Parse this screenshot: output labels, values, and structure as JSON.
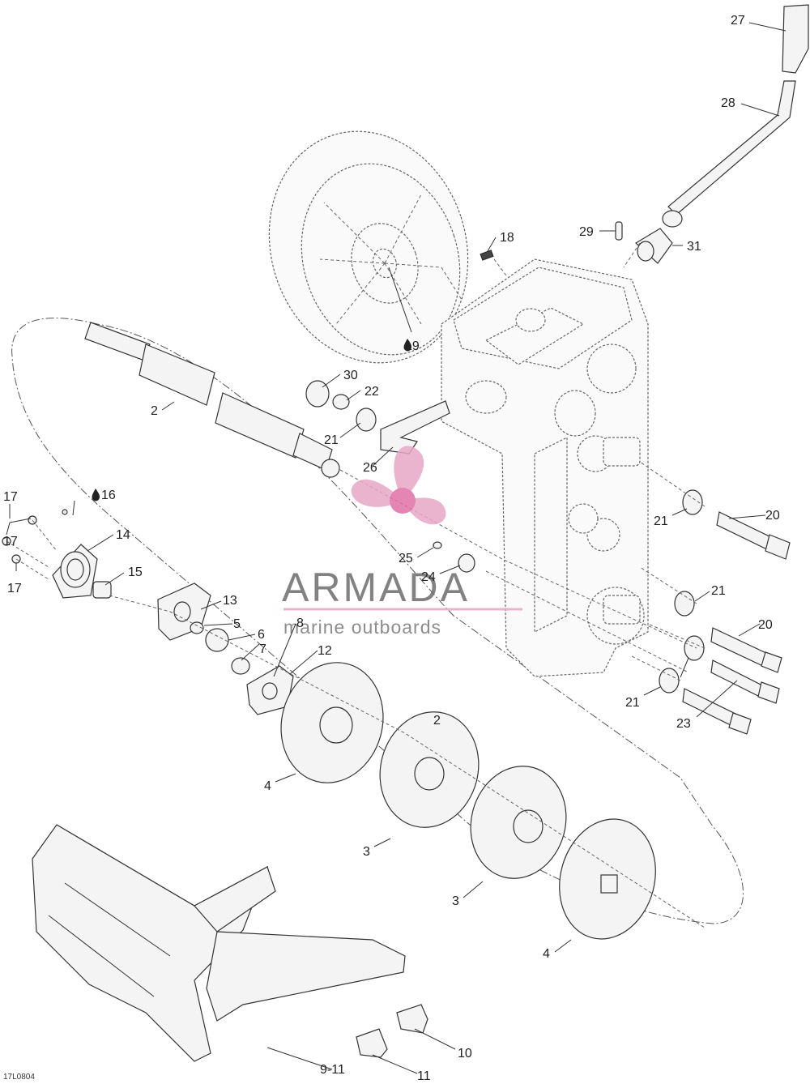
{
  "diagram": {
    "code": "17L0804",
    "watermark": {
      "title": "ARMADA",
      "subtitle": "marine outboards"
    },
    "callouts": [
      {
        "id": "c27",
        "text": "27"
      },
      {
        "id": "c28",
        "text": "28"
      },
      {
        "id": "c29",
        "text": "29"
      },
      {
        "id": "c31",
        "text": "31"
      },
      {
        "id": "c18",
        "text": "18"
      },
      {
        "id": "c19",
        "text": "19"
      },
      {
        "id": "c30",
        "text": "30"
      },
      {
        "id": "c22",
        "text": "22"
      },
      {
        "id": "c21a",
        "text": "21"
      },
      {
        "id": "c2a",
        "text": "2"
      },
      {
        "id": "c26",
        "text": "26"
      },
      {
        "id": "c17a",
        "text": "17"
      },
      {
        "id": "c16",
        "text": "16"
      },
      {
        "id": "c14",
        "text": "14"
      },
      {
        "id": "c17b",
        "text": "17"
      },
      {
        "id": "c15",
        "text": "15"
      },
      {
        "id": "c17c",
        "text": "17"
      },
      {
        "id": "c25",
        "text": "25"
      },
      {
        "id": "c24",
        "text": "24"
      },
      {
        "id": "c20a",
        "text": "20"
      },
      {
        "id": "c21b",
        "text": "21"
      },
      {
        "id": "c21c",
        "text": "21"
      },
      {
        "id": "c20b",
        "text": "20"
      },
      {
        "id": "c21d",
        "text": "21"
      },
      {
        "id": "c23",
        "text": "23"
      },
      {
        "id": "c13",
        "text": "13"
      },
      {
        "id": "c5",
        "text": "5"
      },
      {
        "id": "c6",
        "text": "6"
      },
      {
        "id": "c7",
        "text": "7"
      },
      {
        "id": "c8",
        "text": "8"
      },
      {
        "id": "c12",
        "text": "12"
      },
      {
        "id": "c2b",
        "text": "2"
      },
      {
        "id": "c4a",
        "text": "4"
      },
      {
        "id": "c3a",
        "text": "3"
      },
      {
        "id": "c3b",
        "text": "3"
      },
      {
        "id": "c4b",
        "text": "4"
      },
      {
        "id": "c10",
        "text": "10"
      },
      {
        "id": "c9_11",
        "text": "9-11"
      },
      {
        "id": "c11",
        "text": "11"
      }
    ]
  }
}
